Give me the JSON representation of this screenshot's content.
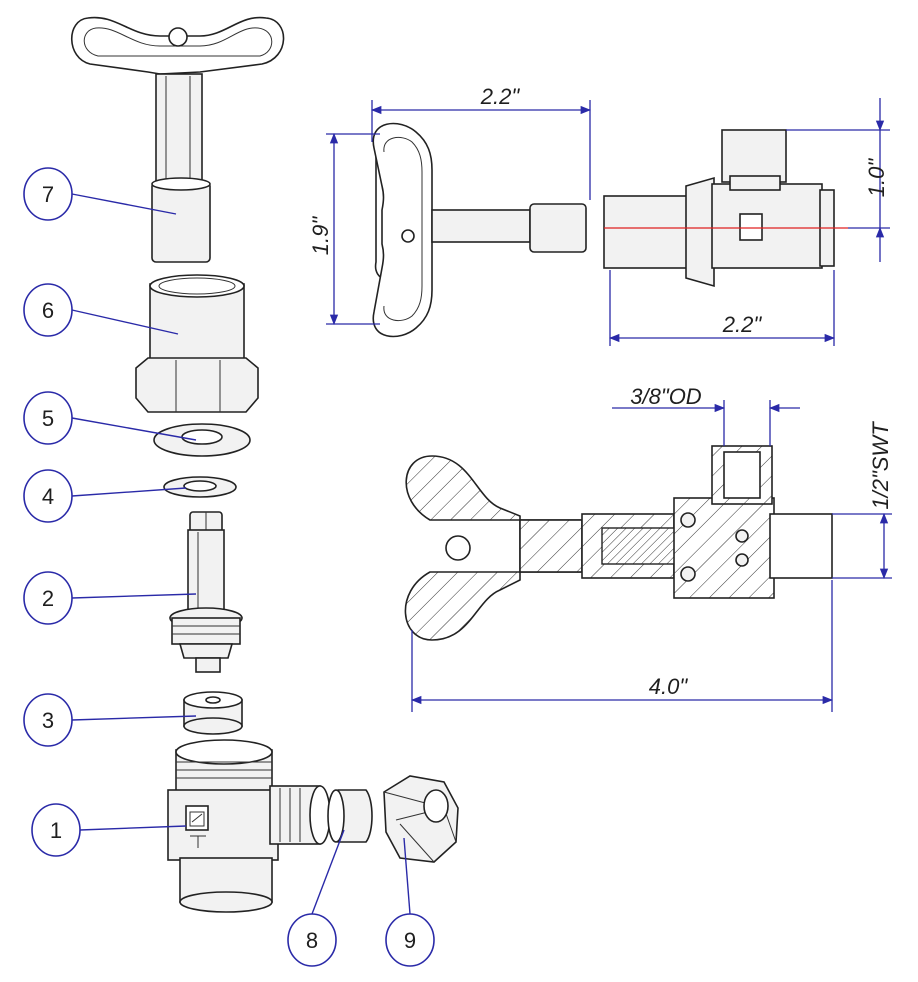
{
  "callouts": [
    {
      "number": "7"
    },
    {
      "number": "6"
    },
    {
      "number": "5"
    },
    {
      "number": "4"
    },
    {
      "number": "2"
    },
    {
      "number": "3"
    },
    {
      "number": "1"
    },
    {
      "number": "8"
    },
    {
      "number": "9"
    }
  ],
  "dimensions": {
    "key_width": "2.2\"",
    "key_height": "1.9\"",
    "valve_width": "2.2\"",
    "valve_height": "1.0\"",
    "od": "3/8\"OD",
    "swt": "1/2\"SWT",
    "overall_length": "4.0\""
  },
  "colors": {
    "callout_blue": "#2a2aa8",
    "centerline_red": "#e02020",
    "line_dark": "#222222"
  }
}
